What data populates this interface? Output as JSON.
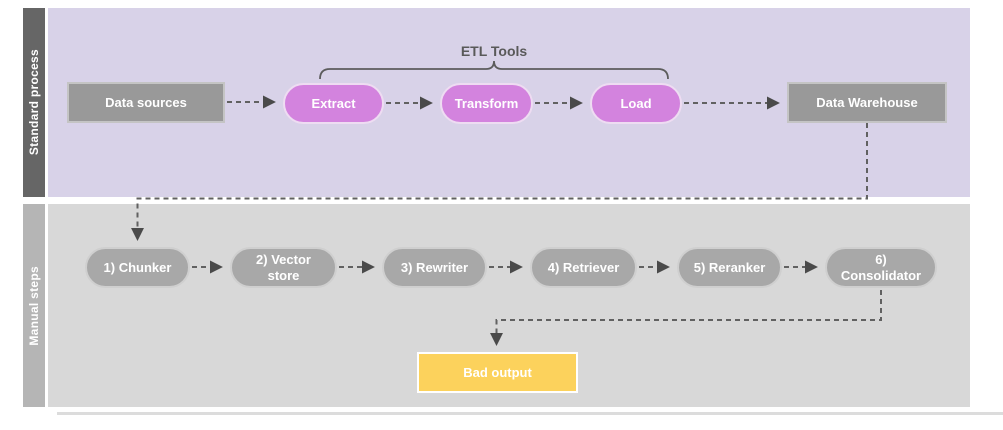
{
  "diagram": {
    "lanes": [
      {
        "label": "Standard process"
      },
      {
        "label": "Manual steps"
      }
    ],
    "annotation": {
      "label": "ETL Tools"
    },
    "standard_nodes": [
      {
        "id": "data-sources",
        "label": "Data sources",
        "shape": "rectangle",
        "color": "#999999"
      },
      {
        "id": "extract",
        "label": "Extract",
        "shape": "pill",
        "color": "#d383de"
      },
      {
        "id": "transform",
        "label": "Transform",
        "shape": "pill",
        "color": "#d383de"
      },
      {
        "id": "load",
        "label": "Load",
        "shape": "pill",
        "color": "#d383de"
      },
      {
        "id": "data-warehouse",
        "label": "Data Warehouse",
        "shape": "rectangle",
        "color": "#999999"
      }
    ],
    "manual_nodes": [
      {
        "id": "chunker",
        "label": "1) Chunker",
        "shape": "pill",
        "color": "#a8a8a8"
      },
      {
        "id": "vector-store",
        "label": "2) Vector\nstore",
        "shape": "pill",
        "color": "#a8a8a8"
      },
      {
        "id": "rewriter",
        "label": "3) Rewriter",
        "shape": "pill",
        "color": "#a8a8a8"
      },
      {
        "id": "retriever",
        "label": "4) Retriever",
        "shape": "pill",
        "color": "#a8a8a8"
      },
      {
        "id": "reranker",
        "label": "5) Reranker",
        "shape": "pill",
        "color": "#a8a8a8"
      },
      {
        "id": "consolidator",
        "label": "6)\nConsolidator",
        "shape": "pill",
        "color": "#a8a8a8"
      }
    ],
    "output_node": {
      "id": "bad-output",
      "label": "Bad output",
      "shape": "rectangle",
      "color": "#fcd25c"
    },
    "flow": [
      "Data sources -> Extract -> Transform -> Load -> Data Warehouse",
      "Data Warehouse -> 1) Chunker -> 2) Vector store -> 3) Rewriter -> 4) Retriever -> 5) Reranker -> 6) Consolidator -> Bad output"
    ],
    "colors": {
      "lane_standard_bg": "#d8d2e8",
      "lane_manual_bg": "#d8d8d8",
      "lane_standard_bar": "#666666",
      "lane_manual_bar": "#b5b5b5",
      "etl_pill": "#d383de",
      "gray_box": "#999999",
      "gray_pill": "#a8a8a8",
      "bad_output_box": "#fcd25c",
      "connector": "#616161",
      "annotation_text": "#595959"
    }
  }
}
